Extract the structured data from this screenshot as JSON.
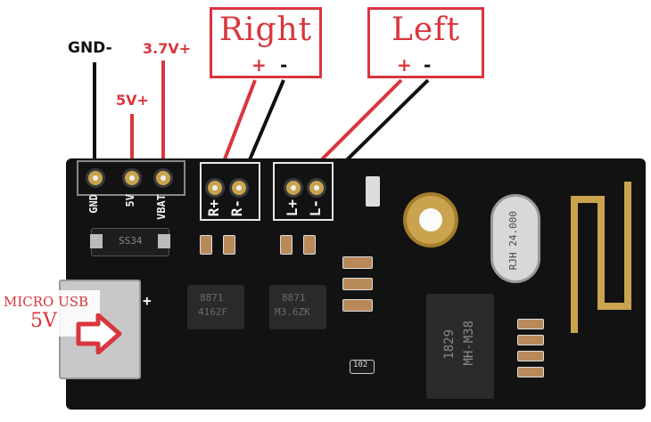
{
  "labels": {
    "gnd": "GND-",
    "v5": "5V+",
    "v37": "3.7V+",
    "micro_usb": "MICRO USB",
    "v5_usb": "5V"
  },
  "callouts": {
    "right": {
      "title": "Right",
      "plus": "+",
      "minus": "-"
    },
    "left": {
      "title": "Left",
      "plus": "+",
      "minus": "-"
    }
  },
  "silkscreen": {
    "gnd": "GND",
    "v5": "5V",
    "vbat": "VBAT",
    "r_plus": "R+",
    "r_minus": "R-",
    "l_plus": "L+",
    "l_minus": "L-",
    "diode": "SS34",
    "crystal": "RJH 24.000",
    "main_chip_top": "MH-M38",
    "main_chip_bottom": "1829",
    "amp1_line1": "8871",
    "amp1_line2": "4162F",
    "amp2_line1": "8871",
    "amp2_line2": "M3.6ZK",
    "resistor_1": "102",
    "usb_plus": "+"
  },
  "colors": {
    "annotation_red": "#d9363e",
    "board": "#121212",
    "wire_black": "#111111"
  }
}
